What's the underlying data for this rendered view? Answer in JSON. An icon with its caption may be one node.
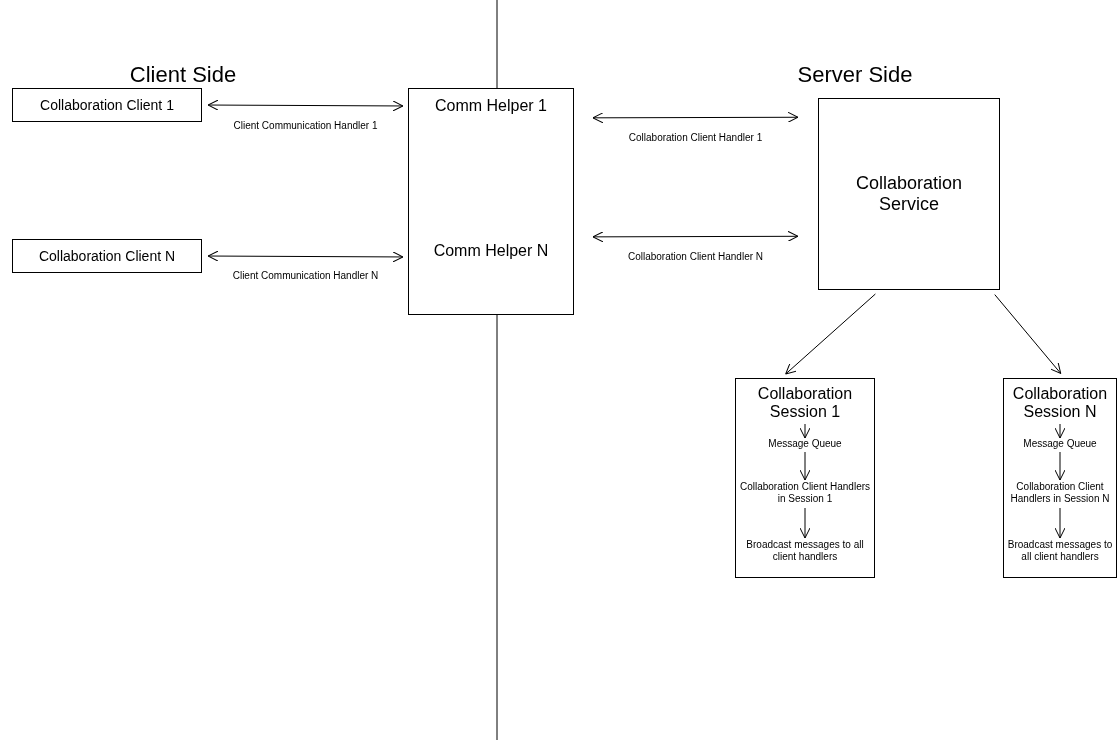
{
  "diagram": {
    "nodes": [
      {
        "text": [
          "Collaboration Client 1"
        ]
      },
      {
        "text": [
          "Collaboration Client N"
        ]
      },
      {
        "text": [],
        "shape": "box"
      },
      {
        "text": [
          "Comm Helper 1"
        ],
        "in": 2
      },
      {
        "text": [
          "Comm Helper N"
        ],
        "in": 2
      },
      {
        "text": [
          "Collaboration Service"
        ]
      },
      {
        "text": [],
        "shape": "box"
      },
      {
        "text": [
          "Collaboration Session 1"
        ],
        "in": 6
      },
      {
        "text": [
          "Message Queue"
        ],
        "in": 6
      },
      {
        "text": [
          "Collaboration Client Handlers in Session 1"
        ],
        "in": 6
      },
      {
        "text": [
          "Broadcast messages to all client handlers"
        ],
        "in": 6
      },
      {
        "text": [],
        "shape": "box"
      },
      {
        "text": [
          "Collaboration Session N"
        ],
        "in": 11
      },
      {
        "text": [
          "Message Queue"
        ],
        "in": 11
      },
      {
        "text": [
          "Collaboration Client Handlers in Session N"
        ],
        "in": 11
      },
      {
        "text": [
          "Broadcast messages to all client handlers"
        ],
        "in": 11
      }
    ],
    "edges": [
      {
        "from": 0,
        "to": 3,
        "arrow": "both",
        "label": "Client Communication Handler 1"
      },
      {
        "from": 1,
        "to": 4,
        "arrow": "both",
        "label": "Client Communication Handler N"
      },
      {
        "from": 3,
        "to": 5,
        "arrow": "both",
        "label": "Collaboration Client Handler 1"
      },
      {
        "from": 4,
        "to": 5,
        "arrow": "both",
        "label": "Collaboration Client Handler N"
      },
      {
        "from": 5,
        "to": 6,
        "arrow": "to"
      },
      {
        "from": 5,
        "to": 11,
        "arrow": "to"
      },
      {
        "from": 7,
        "to": 8,
        "arrow": "to"
      },
      {
        "from": 8,
        "to": 9,
        "arrow": "to"
      },
      {
        "from": 9,
        "to": 10,
        "arrow": "to"
      },
      {
        "from": 12,
        "to": 13,
        "arrow": "to"
      },
      {
        "from": 13,
        "to": 14,
        "arrow": "to"
      },
      {
        "from": 14,
        "to": 15,
        "arrow": "to"
      }
    ],
    "labels": [
      "Client Side",
      "Server Side"
    ]
  }
}
